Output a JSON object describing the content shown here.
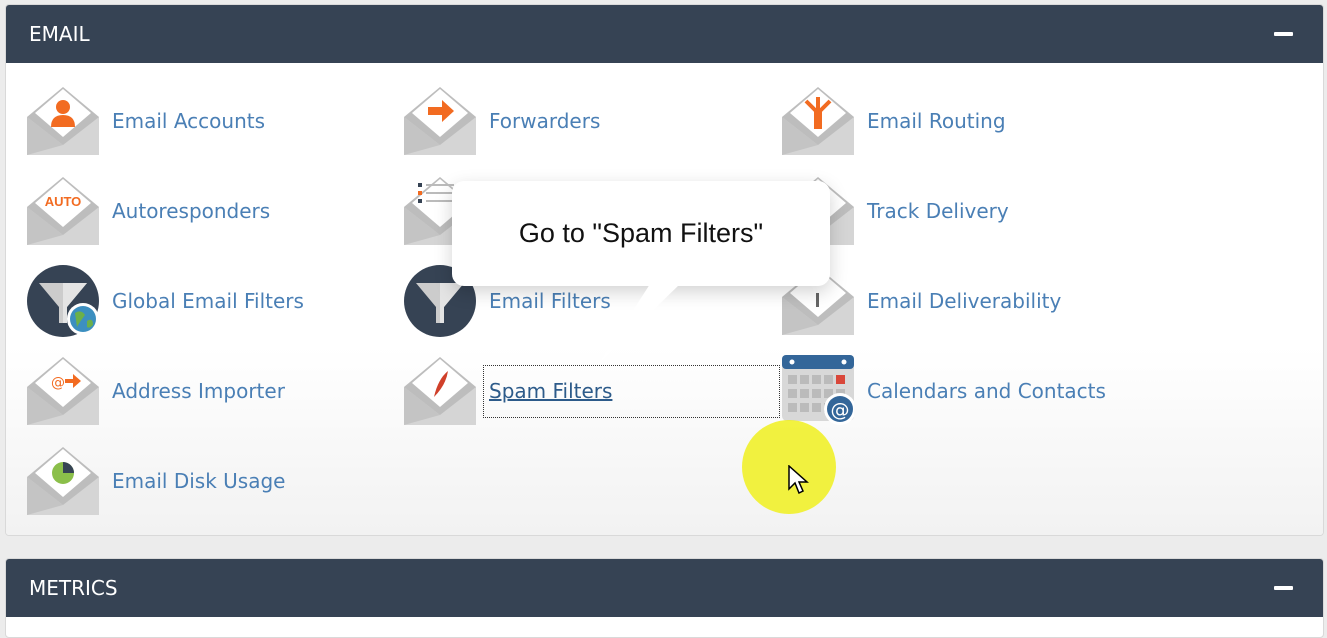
{
  "email_panel": {
    "title": "EMAIL",
    "collapse_icon": "minus-icon",
    "items": [
      {
        "label": "Email Accounts",
        "icon": "user-envelope-icon"
      },
      {
        "label": "Forwarders",
        "icon": "arrow-envelope-icon"
      },
      {
        "label": "Email Routing",
        "icon": "routing-envelope-icon"
      },
      {
        "label": "Autoresponders",
        "icon": "auto-envelope-icon",
        "badge": "AUTO"
      },
      {
        "label": "",
        "icon": "list-envelope-icon"
      },
      {
        "label": "Track Delivery",
        "icon": "track-envelope-icon"
      },
      {
        "label": "Global Email Filters",
        "icon": "globe-funnel-icon"
      },
      {
        "label": "Email Filters",
        "icon": "funnel-icon"
      },
      {
        "label": "Email Deliverability",
        "icon": "key-envelope-icon"
      },
      {
        "label": "Address Importer",
        "icon": "import-envelope-icon"
      },
      {
        "label": "Spam Filters",
        "icon": "feather-envelope-icon"
      },
      {
        "label": "Calendars and Contacts",
        "icon": "calendar-icon"
      },
      {
        "label": "Email Disk Usage",
        "icon": "pie-envelope-icon"
      }
    ]
  },
  "tooltip": {
    "text": "Go to \"Spam Filters\""
  },
  "metrics_panel": {
    "title": "METRICS",
    "collapse_icon": "minus-icon"
  },
  "colors": {
    "header": "#364354",
    "link": "#4a7fb5",
    "accent": "#f26b21"
  }
}
